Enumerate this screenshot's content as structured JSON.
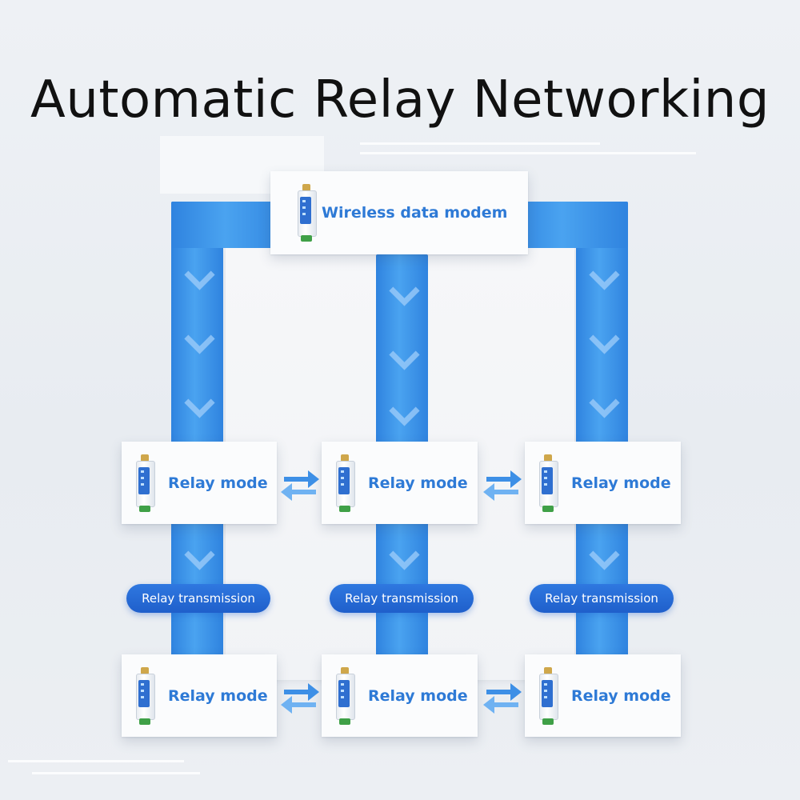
{
  "title": "Automatic Relay Networking",
  "top_device": {
    "label": "Wireless data modem"
  },
  "relay_nodes": [
    {
      "label": "Relay mode"
    },
    {
      "label": "Relay mode"
    },
    {
      "label": "Relay mode"
    },
    {
      "label": "Relay mode"
    },
    {
      "label": "Relay mode"
    },
    {
      "label": "Relay mode"
    }
  ],
  "transmission_labels": [
    {
      "label": "Relay transmission"
    },
    {
      "label": "Relay transmission"
    },
    {
      "label": "Relay transmission"
    }
  ],
  "colors": {
    "accent": "#2f83df",
    "pill": "#1f5fcb",
    "label_text": "#2e7ad6",
    "title_text": "#111111"
  }
}
